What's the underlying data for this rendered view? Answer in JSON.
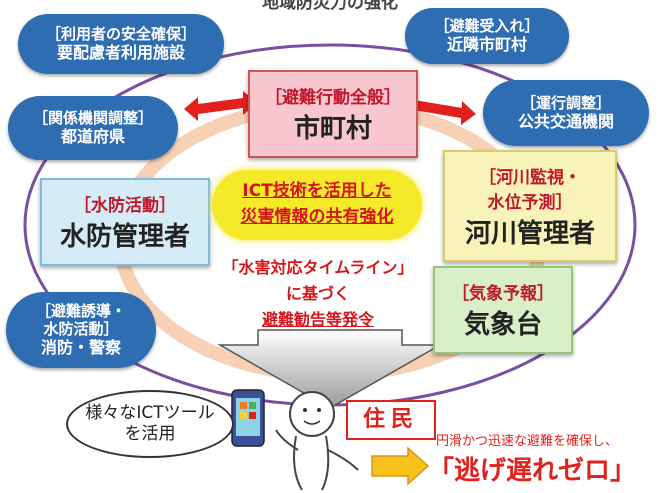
{
  "top_partial": "地域防災力の強化",
  "nodes": {
    "safety": {
      "header": "［利用者の安全確保］",
      "body": "要配慮者利用施設"
    },
    "evac_accept": {
      "header": "［避難受入れ］",
      "body": "近隣市町村"
    },
    "general": {
      "header": "［避難行動全般］",
      "body": "市町村"
    },
    "coord": {
      "header": "［関係機関調整］",
      "body": "都道府県"
    },
    "transit": {
      "header": "［運行調整］",
      "body": "公共交通機関"
    },
    "flood_fight": {
      "header": "［水防活動］",
      "body": "水防管理者"
    },
    "river": {
      "header": "［河川監視・",
      "header2": "水位予測］",
      "body": "河川管理者"
    },
    "weather": {
      "header": "［気象予報］",
      "body": "気象台"
    },
    "guidance": {
      "header": "［避難誘導・",
      "header2": "水防活動］",
      "body": "消防・警察"
    }
  },
  "center": {
    "ict1": "ICT技術を活用した",
    "ict2": "災害情報の共有強化",
    "tl1": "「水害対応タイムライン」",
    "tl2": "に基づく",
    "tl3": "避難勧告等発令"
  },
  "resident": "住民",
  "speech": {
    "line1": "様々なICTツール",
    "line2": "を活用"
  },
  "goal": {
    "line1": "円滑かつ迅速な避難を確保し、",
    "line2": "「逃げ遅れゼロ」"
  },
  "colors": {
    "cloud": "#2f6db3",
    "general_fill": "#f7c6cf",
    "flood_fill": "#d5ecf7",
    "river_fill": "#f8f3b8",
    "weather_fill": "#d9efc7",
    "ict_fill": "#f5e92a",
    "accent_red": "#e2211c"
  }
}
